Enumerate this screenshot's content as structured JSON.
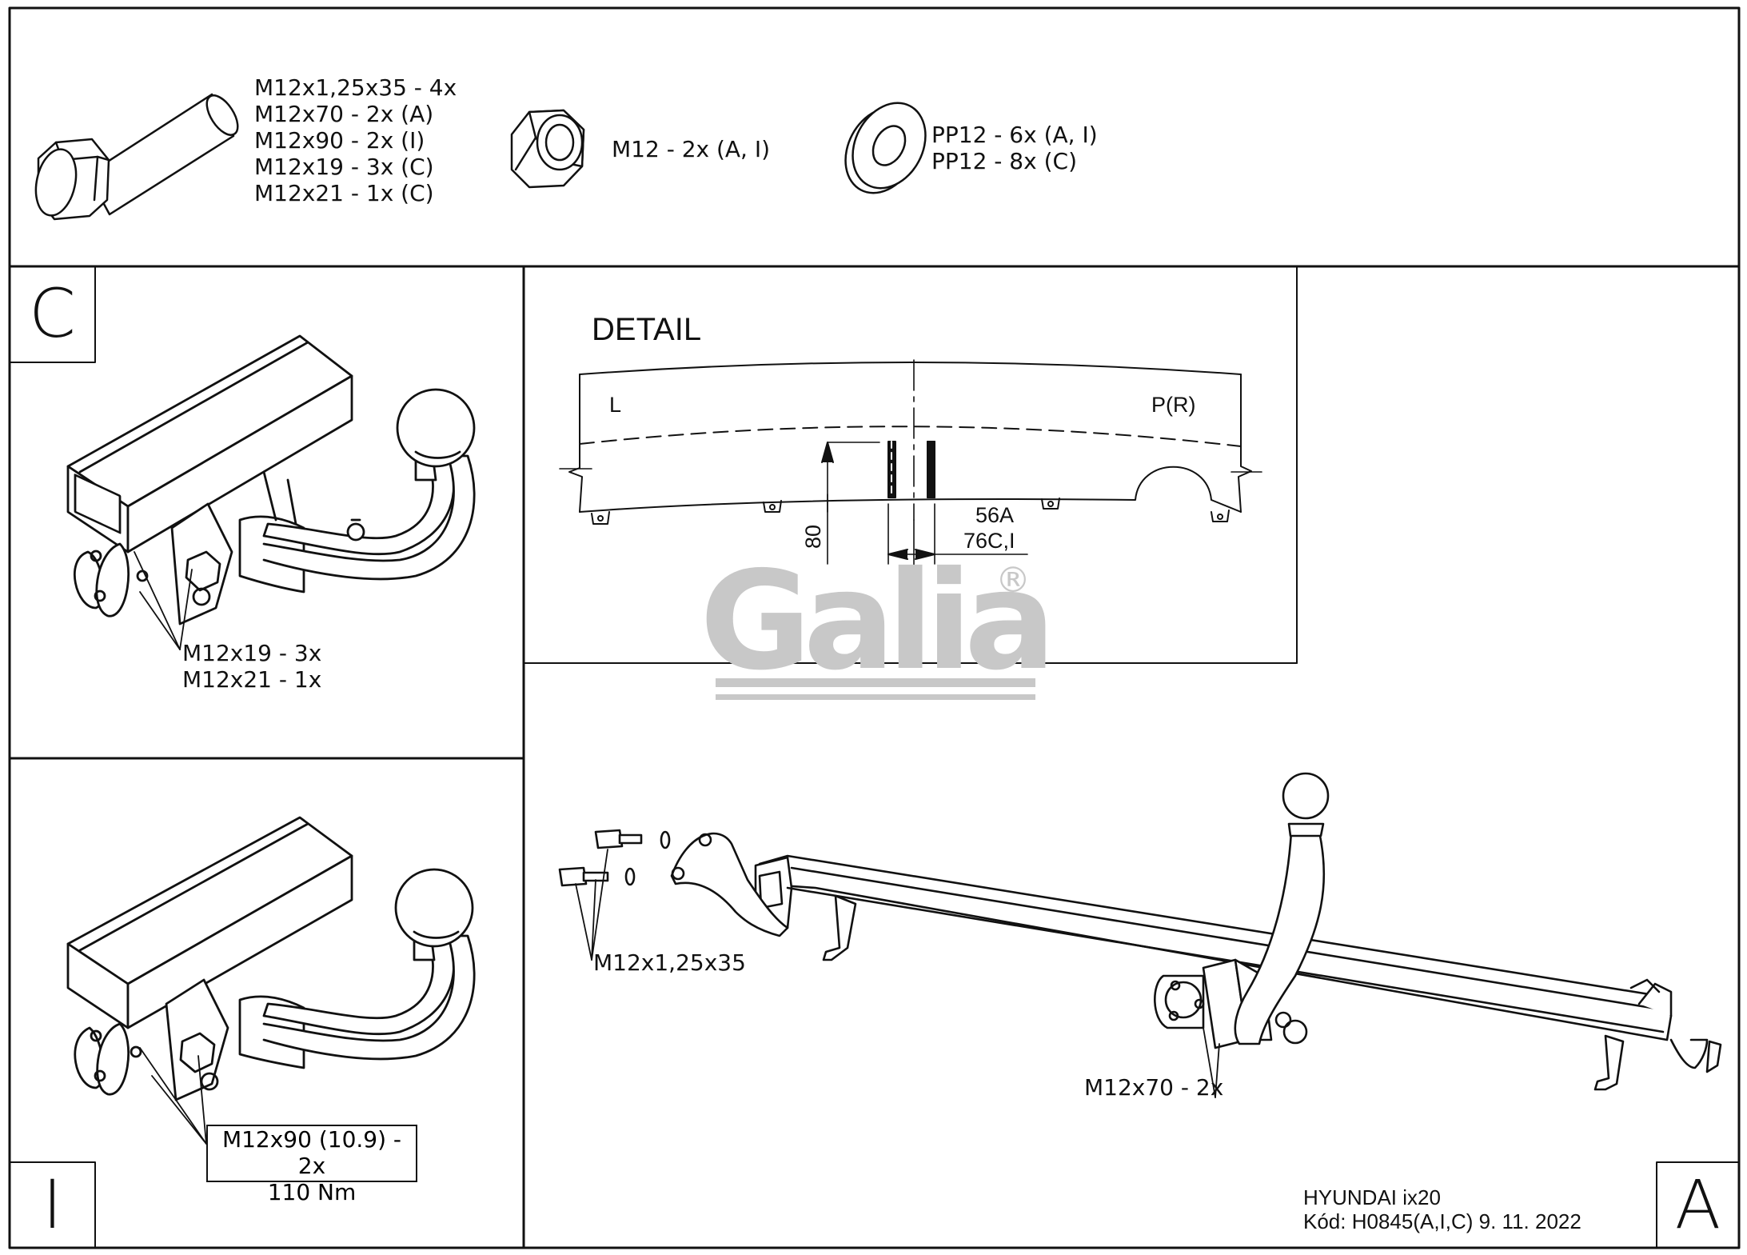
{
  "hardware": {
    "bolt_specs": [
      "M12x1,25x35 - 4x",
      "M12x70 - 2x (A)",
      "M12x90 - 2x (I)",
      "M12x19 - 3x (C)",
      "M12x21 - 1x (C)"
    ],
    "nut_spec": "M12 - 2x (A, I)",
    "washer_specs": [
      "PP12 - 6x (A, I)",
      "PP12 - 8x (C)"
    ]
  },
  "panel_c": {
    "letter": "C",
    "bolt_labels": [
      "M12x19 - 3x",
      "M12x21 - 1x"
    ]
  },
  "panel_i": {
    "letter": "I",
    "bolt_label": "M12x90 (10.9) - 2x",
    "torque": "110 Nm"
  },
  "detail": {
    "title": "DETAIL",
    "left_label": "L",
    "right_label": "P(R)",
    "height_dim": "80",
    "offset_a": "56A",
    "offset_ci": "76C,I"
  },
  "panel_a": {
    "letter": "A",
    "front_bolts": "M12x1,25x35",
    "rear_bolts": "M12x70 - 2x"
  },
  "logo": {
    "text": "Galia",
    "mark": "®",
    "color": "#c8c8c8"
  },
  "footer": {
    "model": "HYUNDAI ix20",
    "code": "Kód: H0845(A,I,C)  9. 11. 2022"
  }
}
